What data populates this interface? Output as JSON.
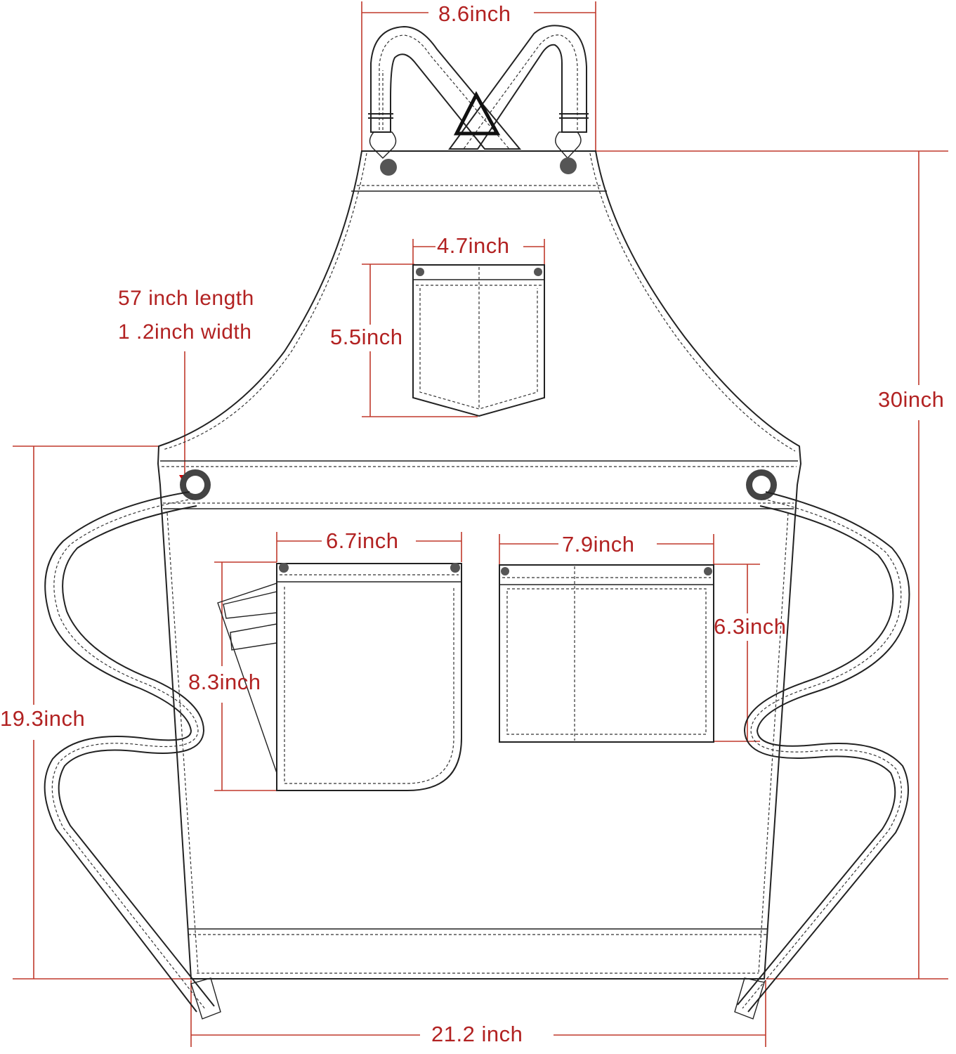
{
  "dimensions": {
    "strap_spacing": "8.6inch",
    "chest_pocket_width": "4.7inch",
    "chest_pocket_height": "5.5inch",
    "ties_length": "57 inch length",
    "ties_width": "1 .2inch width",
    "total_length": "30inch",
    "left_pocket_width": "6.7inch",
    "right_pocket_width": "7.9inch",
    "right_pocket_height": "6.3inch",
    "left_pocket_height": "8.3inch",
    "lower_height": "19.3inch",
    "bottom_width": "21.2 inch"
  },
  "colors": {
    "dimension": "#b22222",
    "outline": "#222222",
    "rivet": "#555555"
  }
}
